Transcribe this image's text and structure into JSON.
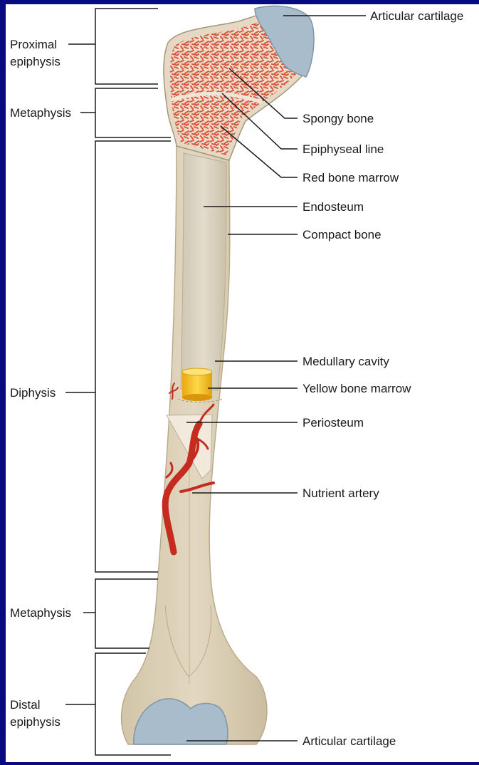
{
  "colors": {
    "background": "#0a0a80",
    "panel": "#ffffff",
    "bone": "#d8ccb2",
    "bone_shade": "#c2b497",
    "spongy": "#d9553a",
    "cartilage": "#a9bccb",
    "yellow_marrow": "#f2c01d",
    "artery": "#c62b20",
    "leader": "#1a1a1a"
  },
  "labels": {
    "left": {
      "proximal_epiphysis": [
        "Proximal",
        "epiphysis"
      ],
      "metaphysis_top": "Metaphysis",
      "diaphysis": "Diphysis",
      "metaphysis_bottom": "Metaphysis",
      "distal_epiphysis": [
        "Distal",
        "epiphysis"
      ]
    },
    "right": {
      "articular_cartilage_top": "Articular cartilage",
      "spongy_bone": "Spongy bone",
      "epiphyseal_line": "Epiphyseal line",
      "red_bone_marrow": "Red bone marrow",
      "endosteum": "Endosteum",
      "compact_bone": "Compact bone",
      "medullary_cavity": "Medullary cavity",
      "yellow_bone_marrow": "Yellow bone marrow",
      "periosteum": "Periosteum",
      "nutrient_artery": "Nutrient artery",
      "articular_cartilage_bottom": "Articular cartilage"
    }
  }
}
